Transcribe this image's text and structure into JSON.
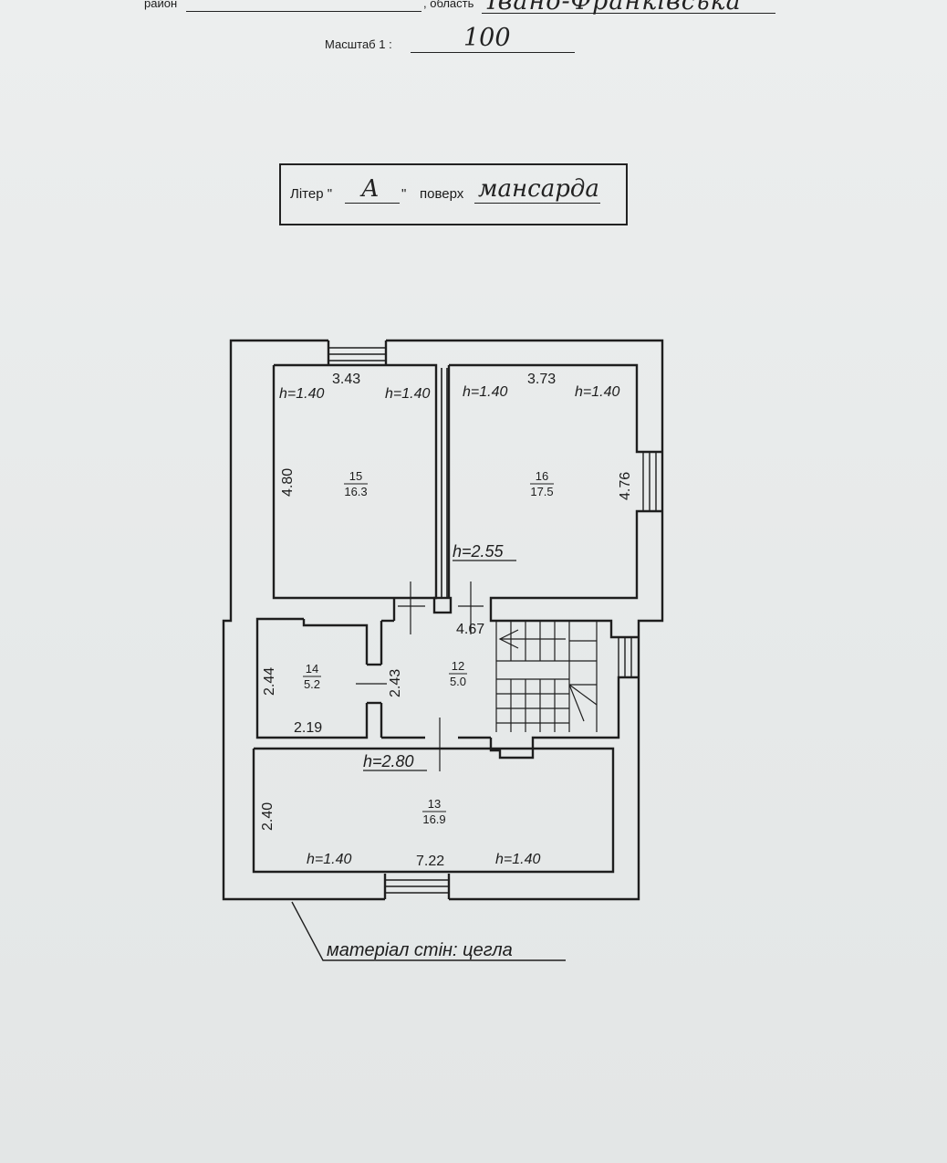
{
  "header": {
    "district_label": "район",
    "district_value": "",
    "region_label": ", область",
    "region_value": "Івано-Франківська",
    "scale_label": "Масштаб 1 :",
    "scale_value": "100"
  },
  "litera_box": {
    "litera_label": "Літер \"",
    "litera_value": "А",
    "litera_close": "\"",
    "floor_label": "поверх",
    "floor_value": "мансарда"
  },
  "plan": {
    "rooms": [
      {
        "number": "15",
        "area": "16.3"
      },
      {
        "number": "16",
        "area": "17.5"
      },
      {
        "number": "14",
        "area": "5.2"
      },
      {
        "number": "12",
        "area": "5.0"
      },
      {
        "number": "13",
        "area": "16.9"
      }
    ],
    "dimensions": {
      "r15_width": "3.43",
      "r15_height": "4.80",
      "r16_width": "3.73",
      "r16_height": "4.76",
      "r14_height": "2.44",
      "r14_width": "2.19",
      "r12_height": "2.43",
      "r12_width": "4.67",
      "r13_height": "2.40",
      "r13_width": "7.22"
    },
    "heights": {
      "r15_left": "h=1.40",
      "r15_right": "h=1.40",
      "r16_left": "h=1.40",
      "r16_right": "h=1.40",
      "upper": "h=2.55",
      "lower": "h=2.80",
      "r13_left": "h=1.40",
      "r13_right": "h=1.40"
    },
    "wall_material": "матеріал стін: цегла"
  }
}
